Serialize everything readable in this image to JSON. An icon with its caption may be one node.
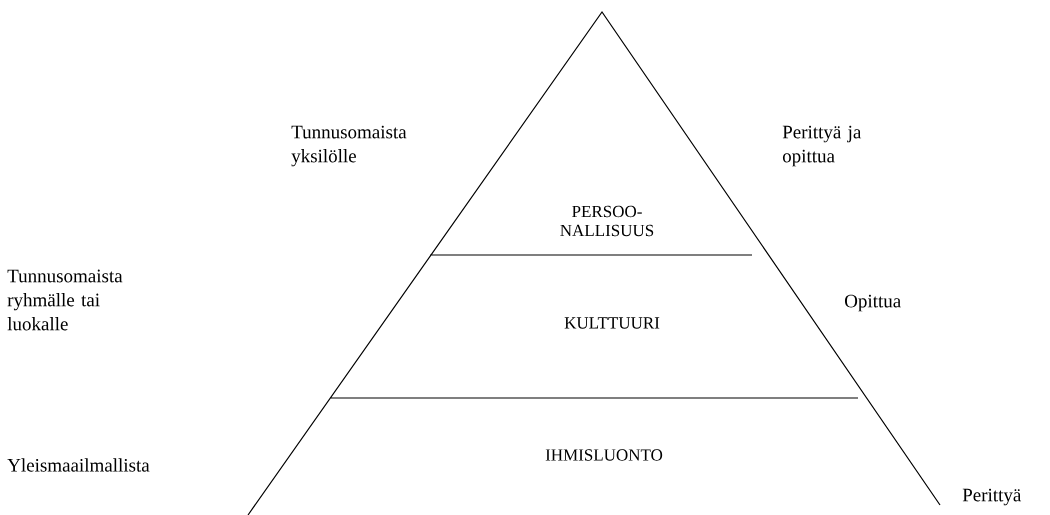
{
  "diagram": {
    "nodes": [
      {
        "text": [
          "PERSOO- NALLISUUS"
        ]
      },
      {
        "text": [
          "KULTTUURI"
        ]
      },
      {
        "text": [
          "IHMISLUONTO"
        ]
      }
    ],
    "labels": [
      "Tunnusomaista yksilölle",
      "Perittyä ja opittua",
      "Tunnusomaista ryhmälle tai luokalle",
      "Opittua",
      "Yleismaailmallista",
      "Perittyä"
    ]
  }
}
